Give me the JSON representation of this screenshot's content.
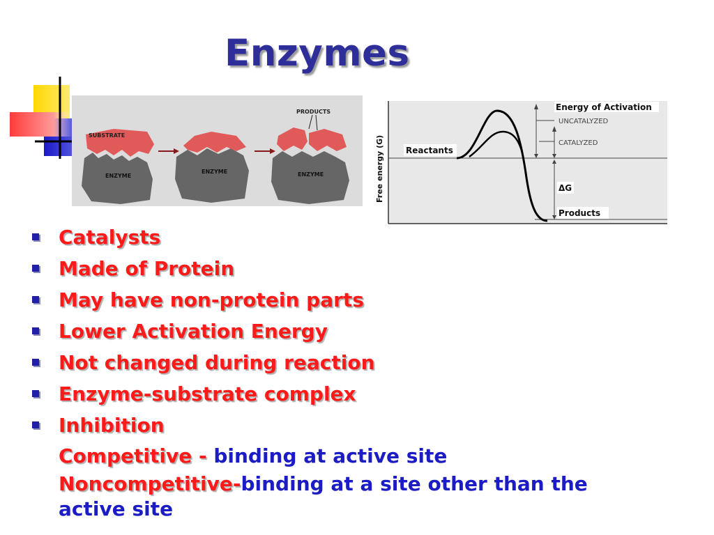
{
  "slide": {
    "title": "Enzymes",
    "bullets": [
      "Catalysts",
      "Made of Protein",
      "May have non-protein parts",
      "Lower Activation Energy",
      "Not changed during reaction",
      "Enzyme-substrate complex",
      "Inhibition"
    ],
    "sub_items": [
      {
        "term": "Competitive - ",
        "desc": "binding at active site"
      },
      {
        "term": "Noncompetitive-",
        "desc": "binding at a site other than the active site"
      }
    ]
  },
  "enzyme_figure": {
    "substrate_label": "SUBSTRATE",
    "products_label": "PRODUCTS",
    "enzyme_label": "ENZYME"
  },
  "energy_figure": {
    "y_axis_label": "Free energy (G)",
    "activation_label": "Energy of Activation",
    "uncatalyzed_label": "UNCATALYZED",
    "catalyzed_label": "CATALYZED",
    "reactants_label": "Reactants",
    "delta_g_label": "ΔG",
    "products_label": "Products"
  },
  "colors": {
    "title": "#2e2e9a",
    "bullet_text": "#ff1a1a",
    "sub_desc": "#1c1cc4",
    "substrate": "#e05a5a",
    "enzyme": "#666666"
  }
}
